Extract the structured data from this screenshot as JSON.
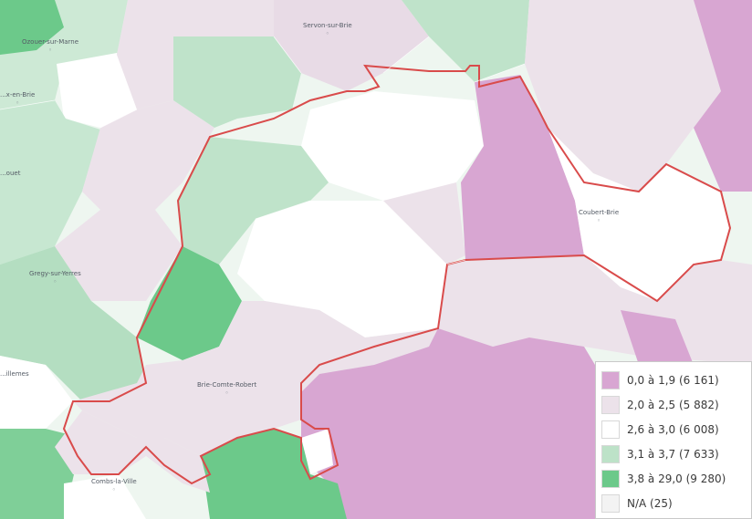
{
  "map": {
    "classes": [
      {
        "label": "0,0 à 1,9 (6 161)",
        "color": "#d8a6d2"
      },
      {
        "label": "2,0 à 2,5 (5 882)",
        "color": "#ece2ea"
      },
      {
        "label": "2,6 à 3,0 (6 008)",
        "color": "#ffffff"
      },
      {
        "label": "3,1 à 3,7 (7 633)",
        "color": "#bde2c8"
      },
      {
        "label": "3,8 à 29,0 (9 280)",
        "color": "#6cc98a"
      },
      {
        "label": "N/A (25)",
        "color": "#f3f3f3"
      }
    ],
    "boundary_color": "#d94b4b",
    "communes": [
      {
        "name": "Ozouer-sur-Marne"
      },
      {
        "name": "Servon-sur-Brie"
      },
      {
        "name": "...x-en-Brie"
      },
      {
        "name": "...ouet"
      },
      {
        "name": "Gregy-sur-Yerres"
      },
      {
        "name": "Brie-Comte-Robert"
      },
      {
        "name": "Coubert-Brie"
      },
      {
        "name": "...illemes"
      },
      {
        "name": "Combs-la-Ville"
      }
    ]
  }
}
